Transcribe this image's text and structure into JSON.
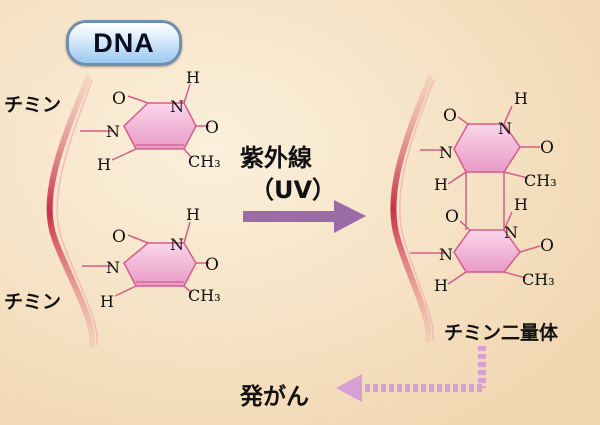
{
  "badge": {
    "dna": "DNA"
  },
  "labels": {
    "thymine_top": "チミン",
    "thymine_bottom": "チミン",
    "uv_line1": "紫外線",
    "uv_line2": "（UV）",
    "dimer": "チミン二量体",
    "cancer": "発がん"
  },
  "atoms": {
    "H": "H",
    "O": "O",
    "N": "N",
    "CH3": "CH₃"
  },
  "colors": {
    "background": "#f6e3c4",
    "ring_fill": "#f2b8d8",
    "strand": "#d44760",
    "bond_line": "#d65c8a",
    "arrow": "#9a6ba6",
    "dotted_arrow": "#d7a0d4"
  }
}
